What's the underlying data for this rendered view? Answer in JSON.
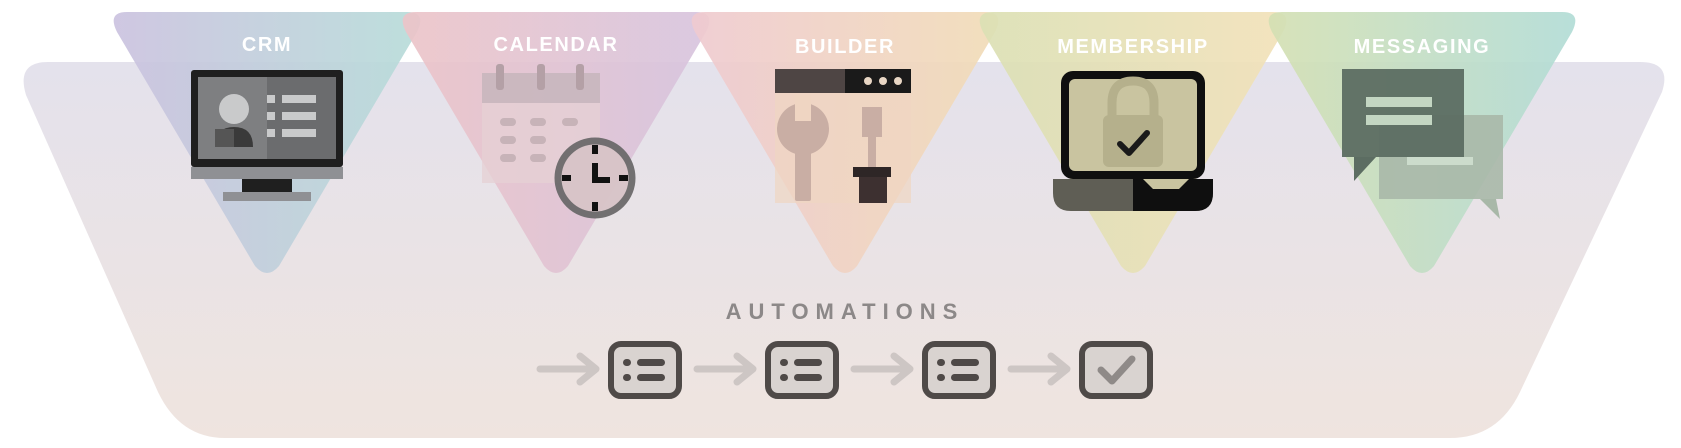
{
  "diagram": {
    "modules": [
      {
        "label": "CRM",
        "icon": "monitor-contact-icon",
        "colors": [
          "#cbc2df",
          "#b7dcd9"
        ]
      },
      {
        "label": "CALENDAR",
        "icon": "calendar-clock-icon",
        "colors": [
          "#ecc4c8",
          "#d7c4de"
        ]
      },
      {
        "label": "BUILDER",
        "icon": "website-builder-icon",
        "colors": [
          "#efcad0",
          "#f1dcb7"
        ]
      },
      {
        "label": "MEMBERSHIP",
        "icon": "laptop-lock-icon",
        "colors": [
          "#dbe0b4",
          "#f2e1b9"
        ]
      },
      {
        "label": "MESSAGING",
        "icon": "chat-bubbles-icon",
        "colors": [
          "#d4e0b3",
          "#b2dcd6"
        ]
      }
    ],
    "automations": {
      "title": "AUTOMATIONS",
      "steps": [
        "task-card-icon",
        "task-card-icon",
        "task-card-icon",
        "check-card-icon"
      ]
    },
    "tray_colors": [
      "#e4e2ec",
      "#efe4df"
    ]
  }
}
